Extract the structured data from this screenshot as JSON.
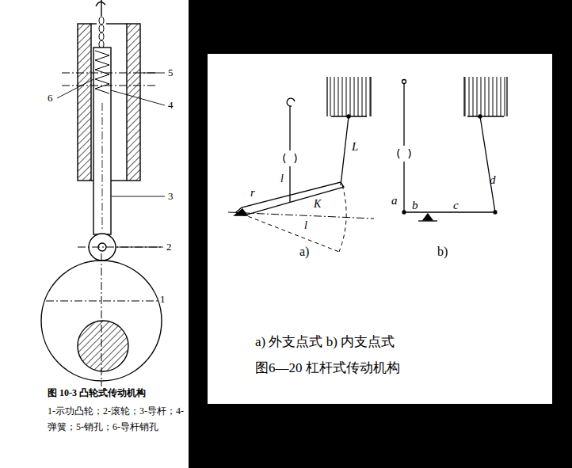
{
  "diagram": {
    "labels": [
      "6",
      "5",
      "4",
      "3",
      "2",
      "1",
      "图 10-3  凸轮式传动机构",
      "1-示功凸轮；2-滚轮；3-导杆；4-弹簧；5-销孔；6-导杆销孔",
      "r",
      "L",
      "l",
      "K",
      "l",
      "a)",
      "a",
      "b",
      "c",
      "d",
      "b)",
      "a) 外支点式  b) 内支点式",
      "图6—20  杠杆式传动机构"
    ]
  }
}
